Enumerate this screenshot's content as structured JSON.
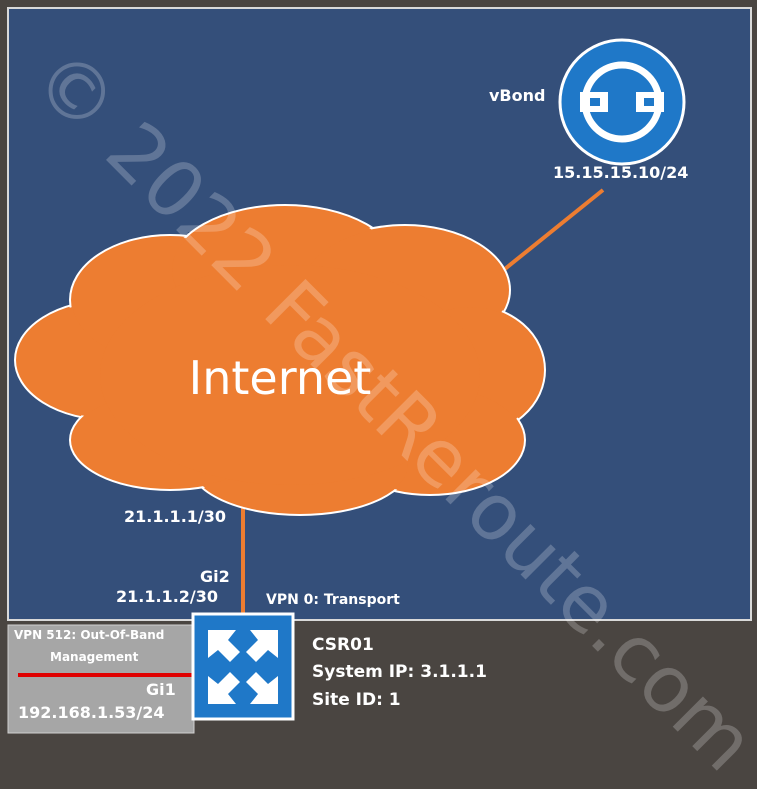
{
  "cloud": {
    "label": "Internet"
  },
  "vbond": {
    "label": "vBond",
    "ip": "15.15.15.10/24"
  },
  "internet_link": {
    "ip": "21.1.1.1/30"
  },
  "router": {
    "interface_gi2": "Gi2",
    "ip_gi2": "21.1.1.2/30",
    "vpn0": "VPN 0: Transport",
    "name": "CSR01",
    "system_ip": "System IP: 3.1.1.1",
    "site_id": "Site ID: 1"
  },
  "oob": {
    "title_line1": "VPN 512: Out-Of-Band",
    "title_line2": "Management",
    "interface_gi1": "Gi1",
    "ip_gi1": "192.168.1.53/24"
  },
  "watermark": "© 2022 FastReroute.com",
  "colors": {
    "panel": "#344f7a",
    "cloud": "#ed7d31",
    "link": "#ed7d31",
    "router": "#1f78c8",
    "vbond": "#1f78c8",
    "oob_line": "#e00000",
    "background": "#4a4541"
  }
}
